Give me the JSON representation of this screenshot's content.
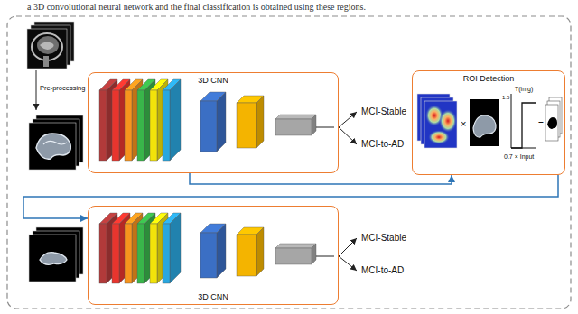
{
  "diagram": {
    "caption": "a 3D convolutional neural network and the final classification is obtained using these regions.",
    "nodes": [
      {
        "text": [
          "3D CNN"
        ]
      },
      {
        "text": [
          "MCI-Stable"
        ]
      },
      {
        "text": [
          "MCI-to-AD"
        ]
      },
      {
        "text": [
          "ROI Detection"
        ]
      },
      {
        "text": [
          "3D CNN"
        ]
      },
      {
        "text": [
          "MCI-Stable"
        ]
      },
      {
        "text": [
          "MCI-to-AD"
        ]
      }
    ],
    "edges": [
      {
        "from": 0,
        "to": 1,
        "arrow": "to"
      },
      {
        "from": 0,
        "to": 2,
        "arrow": "to"
      },
      {
        "from": 0,
        "to": 3,
        "arrow": "to"
      },
      {
        "from": 3,
        "to": 4,
        "arrow": "to"
      },
      {
        "from": 4,
        "to": 5,
        "arrow": "to"
      },
      {
        "from": 4,
        "to": 6,
        "arrow": "to"
      }
    ],
    "labels": [
      "Pre-processing",
      "×",
      "T(img)",
      "1.5",
      "0.7 × Input",
      "="
    ]
  }
}
